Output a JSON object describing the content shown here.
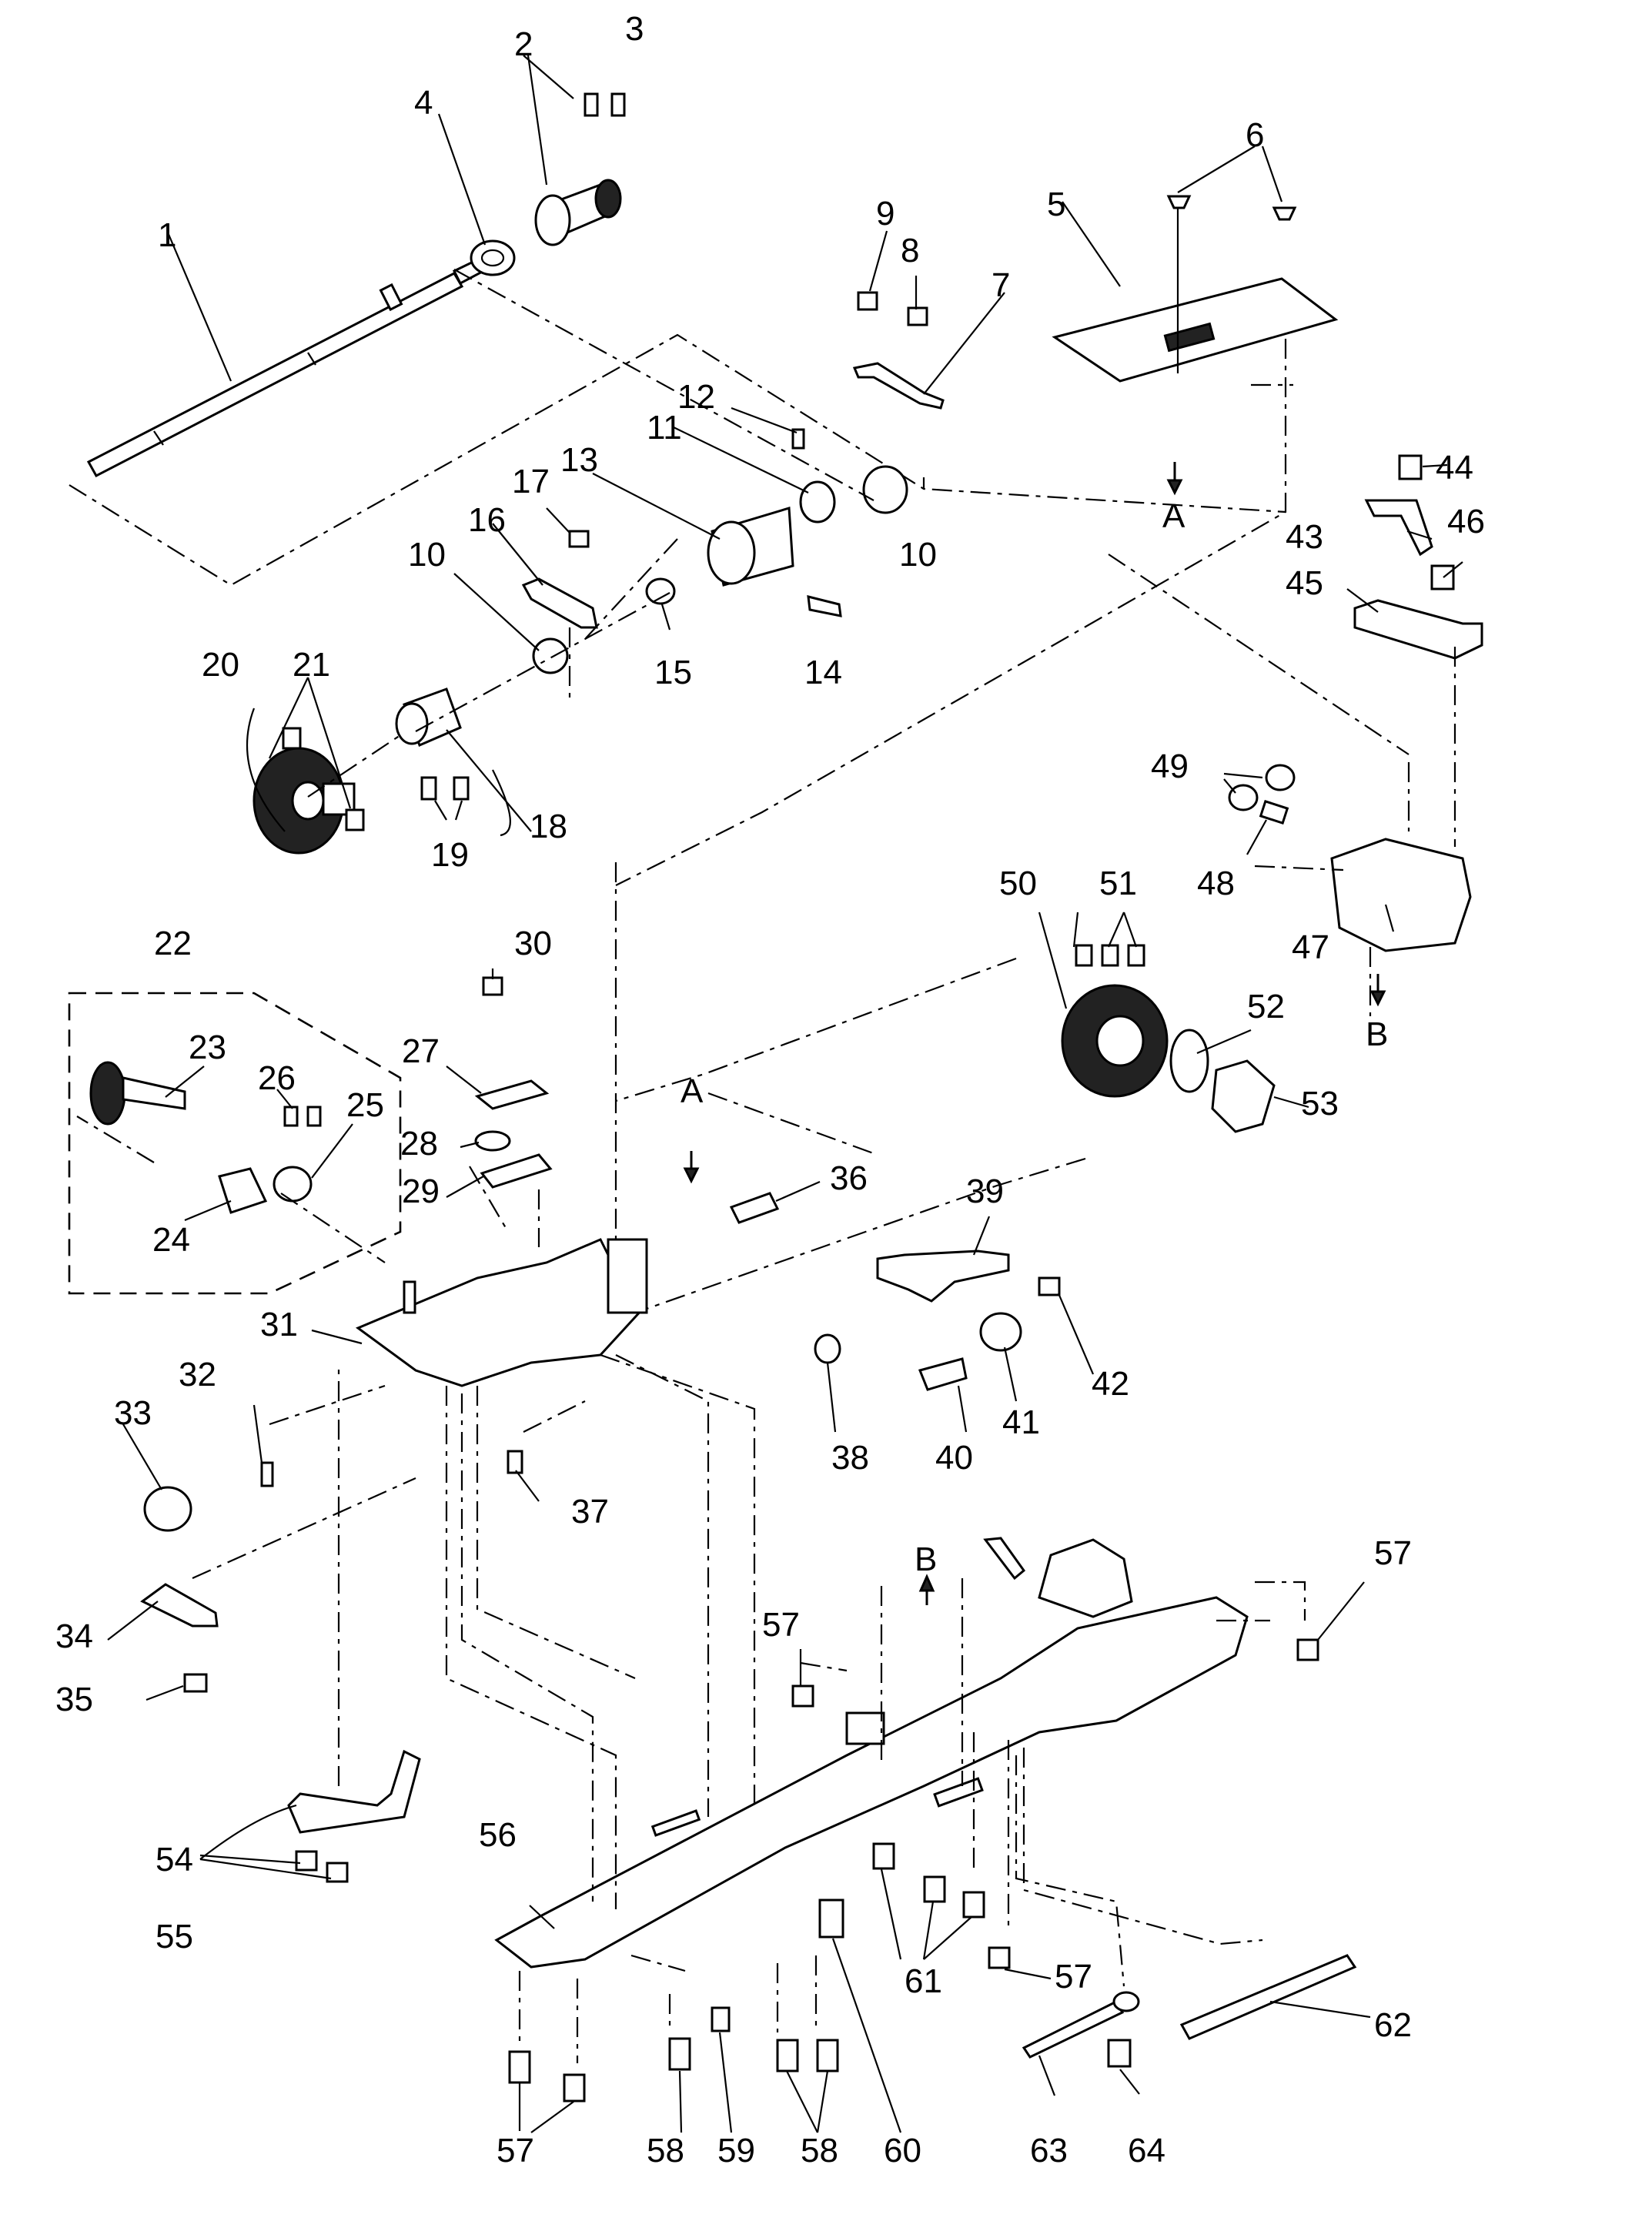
{
  "diagram": {
    "part_numbers": {
      "p1": "1",
      "p2": "2",
      "p3": "3",
      "p4": "4",
      "p5": "5",
      "p6": "6",
      "p7": "7",
      "p8": "8",
      "p9": "9",
      "p10a": "10",
      "p10b": "10",
      "p11": "11",
      "p12": "12",
      "p13": "13",
      "p14": "14",
      "p15": "15",
      "p16": "16",
      "p17": "17",
      "p18": "18",
      "p19": "19",
      "p20": "20",
      "p21": "21",
      "p22": "22",
      "p23": "23",
      "p24": "24",
      "p25": "25",
      "p26": "26",
      "p27": "27",
      "p28": "28",
      "p29": "29",
      "p30": "30",
      "p31": "31",
      "p32": "32",
      "p33": "33",
      "p34": "34",
      "p35": "35",
      "p36": "36",
      "p37": "37",
      "p38": "38",
      "p39": "39",
      "p40": "40",
      "p41": "41",
      "p42": "42",
      "p43": "43",
      "p44": "44",
      "p45": "45",
      "p46": "46",
      "p47": "47",
      "p48": "48",
      "p49": "49",
      "p50": "50",
      "p51": "51",
      "p52": "52",
      "p53": "53",
      "p54": "54",
      "p55": "55",
      "p56": "56",
      "p57a": "57",
      "p57b": "57",
      "p57c": "57",
      "p57d": "57",
      "p58a": "58",
      "p58b": "58",
      "p59": "59",
      "p60": "60",
      "p61": "61",
      "p62": "62",
      "p63": "63",
      "p64": "64"
    },
    "reference_markers": {
      "a_top": "A",
      "a_mid": "A",
      "b_top": "B",
      "b_bottom": "B"
    }
  }
}
